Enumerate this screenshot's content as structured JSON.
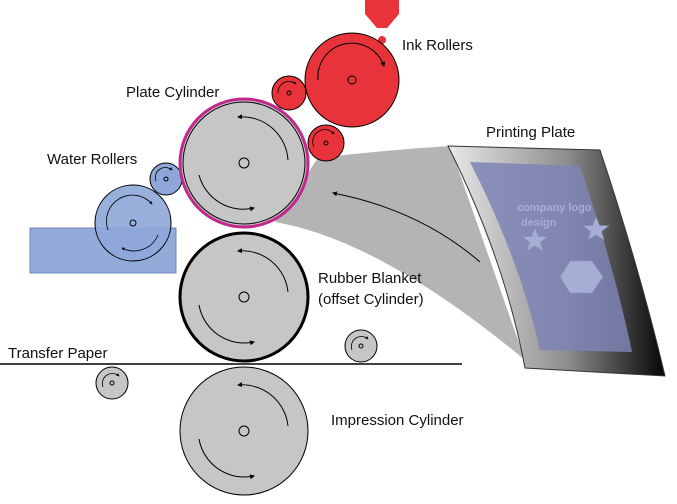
{
  "labels": {
    "ink_rollers": "Ink Rollers",
    "plate_cylinder": "Plate Cylinder",
    "printing_plate": "Printing Plate",
    "water_rollers": "Water Rollers",
    "rubber_blanket_line1": "Rubber Blanket",
    "rubber_blanket_line2": "(offset Cylinder)",
    "transfer_paper": "Transfer Paper",
    "impression_cylinder": "Impression Cylinder"
  },
  "plate_content": {
    "logo_line1": "company logo",
    "logo_line2": "design"
  },
  "colors": {
    "ink": "#e8333b",
    "water": "#8ea6d8",
    "cylinder": "#c6c6c6",
    "plate_accent": "#c2278f",
    "plate_fill": "#7c84b4"
  }
}
